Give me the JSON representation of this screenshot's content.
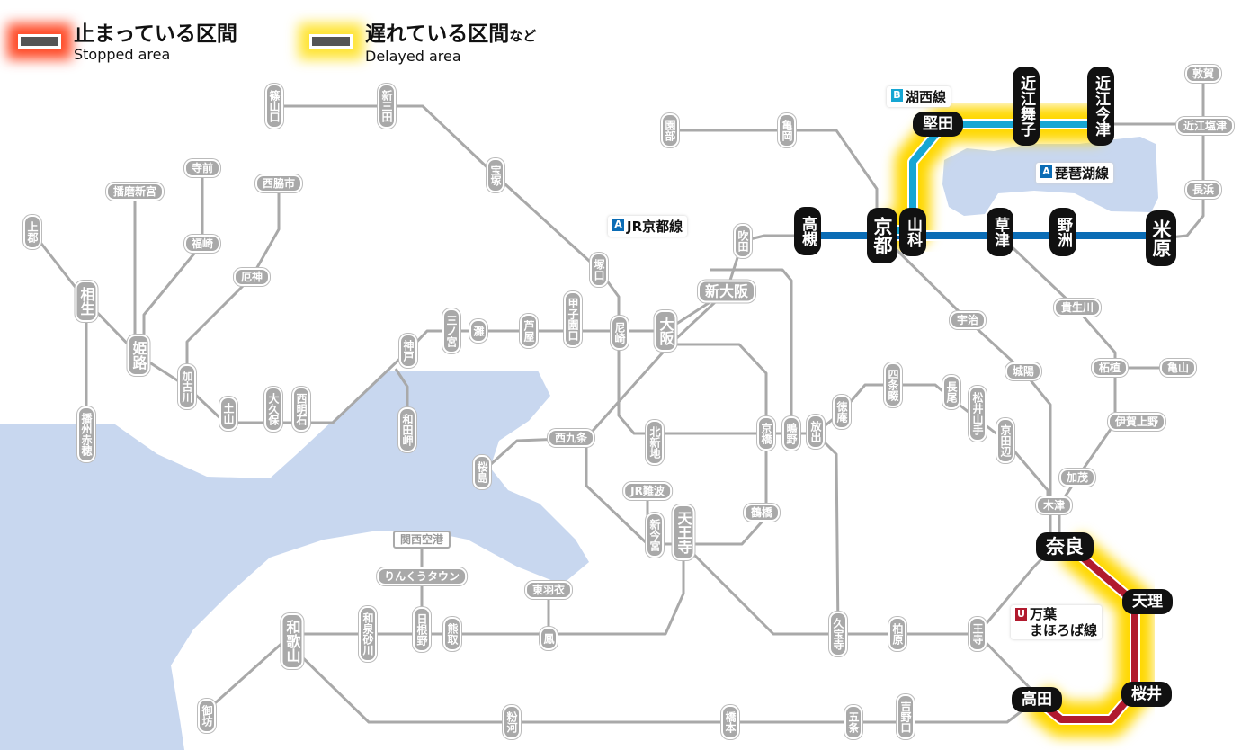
{
  "legend": {
    "stopped": {
      "jp": "止まっている区間",
      "en": "Stopped area",
      "color": "#ff2a00"
    },
    "delayed": {
      "jp": "遅れている区間",
      "jp_suffix": "など",
      "en": "Delayed area",
      "color": "#ffdd00"
    }
  },
  "line_labels": {
    "kyoto": {
      "badge": "A",
      "name": "JR京都線",
      "color": "#0a6cb5"
    },
    "kosei": {
      "badge": "B",
      "name": "湖西線",
      "color": "#16a6d3"
    },
    "biwako": {
      "badge": "A",
      "name": "琵琶湖線",
      "color": "#0a6cb5"
    },
    "manyo": {
      "badge": "U",
      "name1": "万葉",
      "name2": "まほろば線",
      "color": "#b11a2e"
    }
  },
  "stations": {
    "sasayamaguchi": "篠山口",
    "shinsanda": "新三田",
    "takarazuka": "宝塚",
    "tsukaguchi": "塚口",
    "amagasaki": "尼崎",
    "osaka": "大阪",
    "shinosaka": "新大阪",
    "suita": "吹田",
    "takatsuki": "高槻",
    "kyoto": "京都",
    "yamashina": "山科",
    "kusatsu": "草津",
    "yasu": "野洲",
    "maibara": "米原",
    "katata": "堅田",
    "omimaiko": "近江舞子",
    "omiimazu": "近江今津",
    "tsuruga": "敦賀",
    "omishiotsu": "近江塩津",
    "nagahama": "長浜",
    "sonobe": "園部",
    "kameoka": "亀岡",
    "uji": "宇治",
    "kibukawa": "貴生川",
    "tsuge": "柘植",
    "kameyama": "亀山",
    "igaueno": "伊賀上野",
    "kamo": "加茂",
    "kizu": "木津",
    "joyo": "城陽",
    "kyotanabe": "京田辺",
    "matsuiyamate": "松井山手",
    "nagao": "長尾",
    "shijonawate": "四条畷",
    "tokuan": "徳庵",
    "hanaten": "放出",
    "shigino": "鴫野",
    "kyobashi": "京橋",
    "kitashinchi": "北新地",
    "nishikujo": "西九条",
    "sakurajima": "桜島",
    "jrnamba": "JR難波",
    "shinimamiya": "新今宮",
    "tennoji": "天王寺",
    "tsuruhashi": "鶴橋",
    "kyuhoji": "久宝寺",
    "kashiwara": "柏原",
    "oji": "王寺",
    "nara": "奈良",
    "tenri": "天理",
    "sakurai": "桜井",
    "takada": "高田",
    "yoshinoguchi": "吉野口",
    "gojo": "五条",
    "hashimoto": "橋本",
    "kokawa": "粉河",
    "wakayama": "和歌山",
    "gobo": "御坊",
    "izumisunagawa": "和泉砂川",
    "hineno": "日根野",
    "kumatori": "熊取",
    "higashihagoromo": "東羽衣",
    "otori": "鳳",
    "rinkutown": "りんくうタウン",
    "kansaiairport": "関西空港",
    "kobe": "神戸",
    "sannomiya": "三ノ宮",
    "nada": "灘",
    "ashiya": "芦屋",
    "koshienguchi": "甲子園口",
    "wadamisaki": "和田岬",
    "nishiakashi": "西明石",
    "okubo": "大久保",
    "tsuchiyama": "土山",
    "kakogawa": "加古川",
    "himeji": "姫路",
    "aioi": "相生",
    "banshuako": "播州赤穂",
    "kamigori": "上郡",
    "harimashingu": "播磨新宮",
    "teramae": "寺前",
    "fukusaki": "福崎",
    "nishiwakishi": "西脇市",
    "yakujin": "厄神"
  },
  "colors": {
    "water": "#c8d7ef",
    "line": "#a9a9a9",
    "kyoto_line": "#0a6cb5",
    "kosei_line": "#16a6d3",
    "manyo_line": "#b11a2e",
    "delay_glow": "#ffdd00"
  }
}
